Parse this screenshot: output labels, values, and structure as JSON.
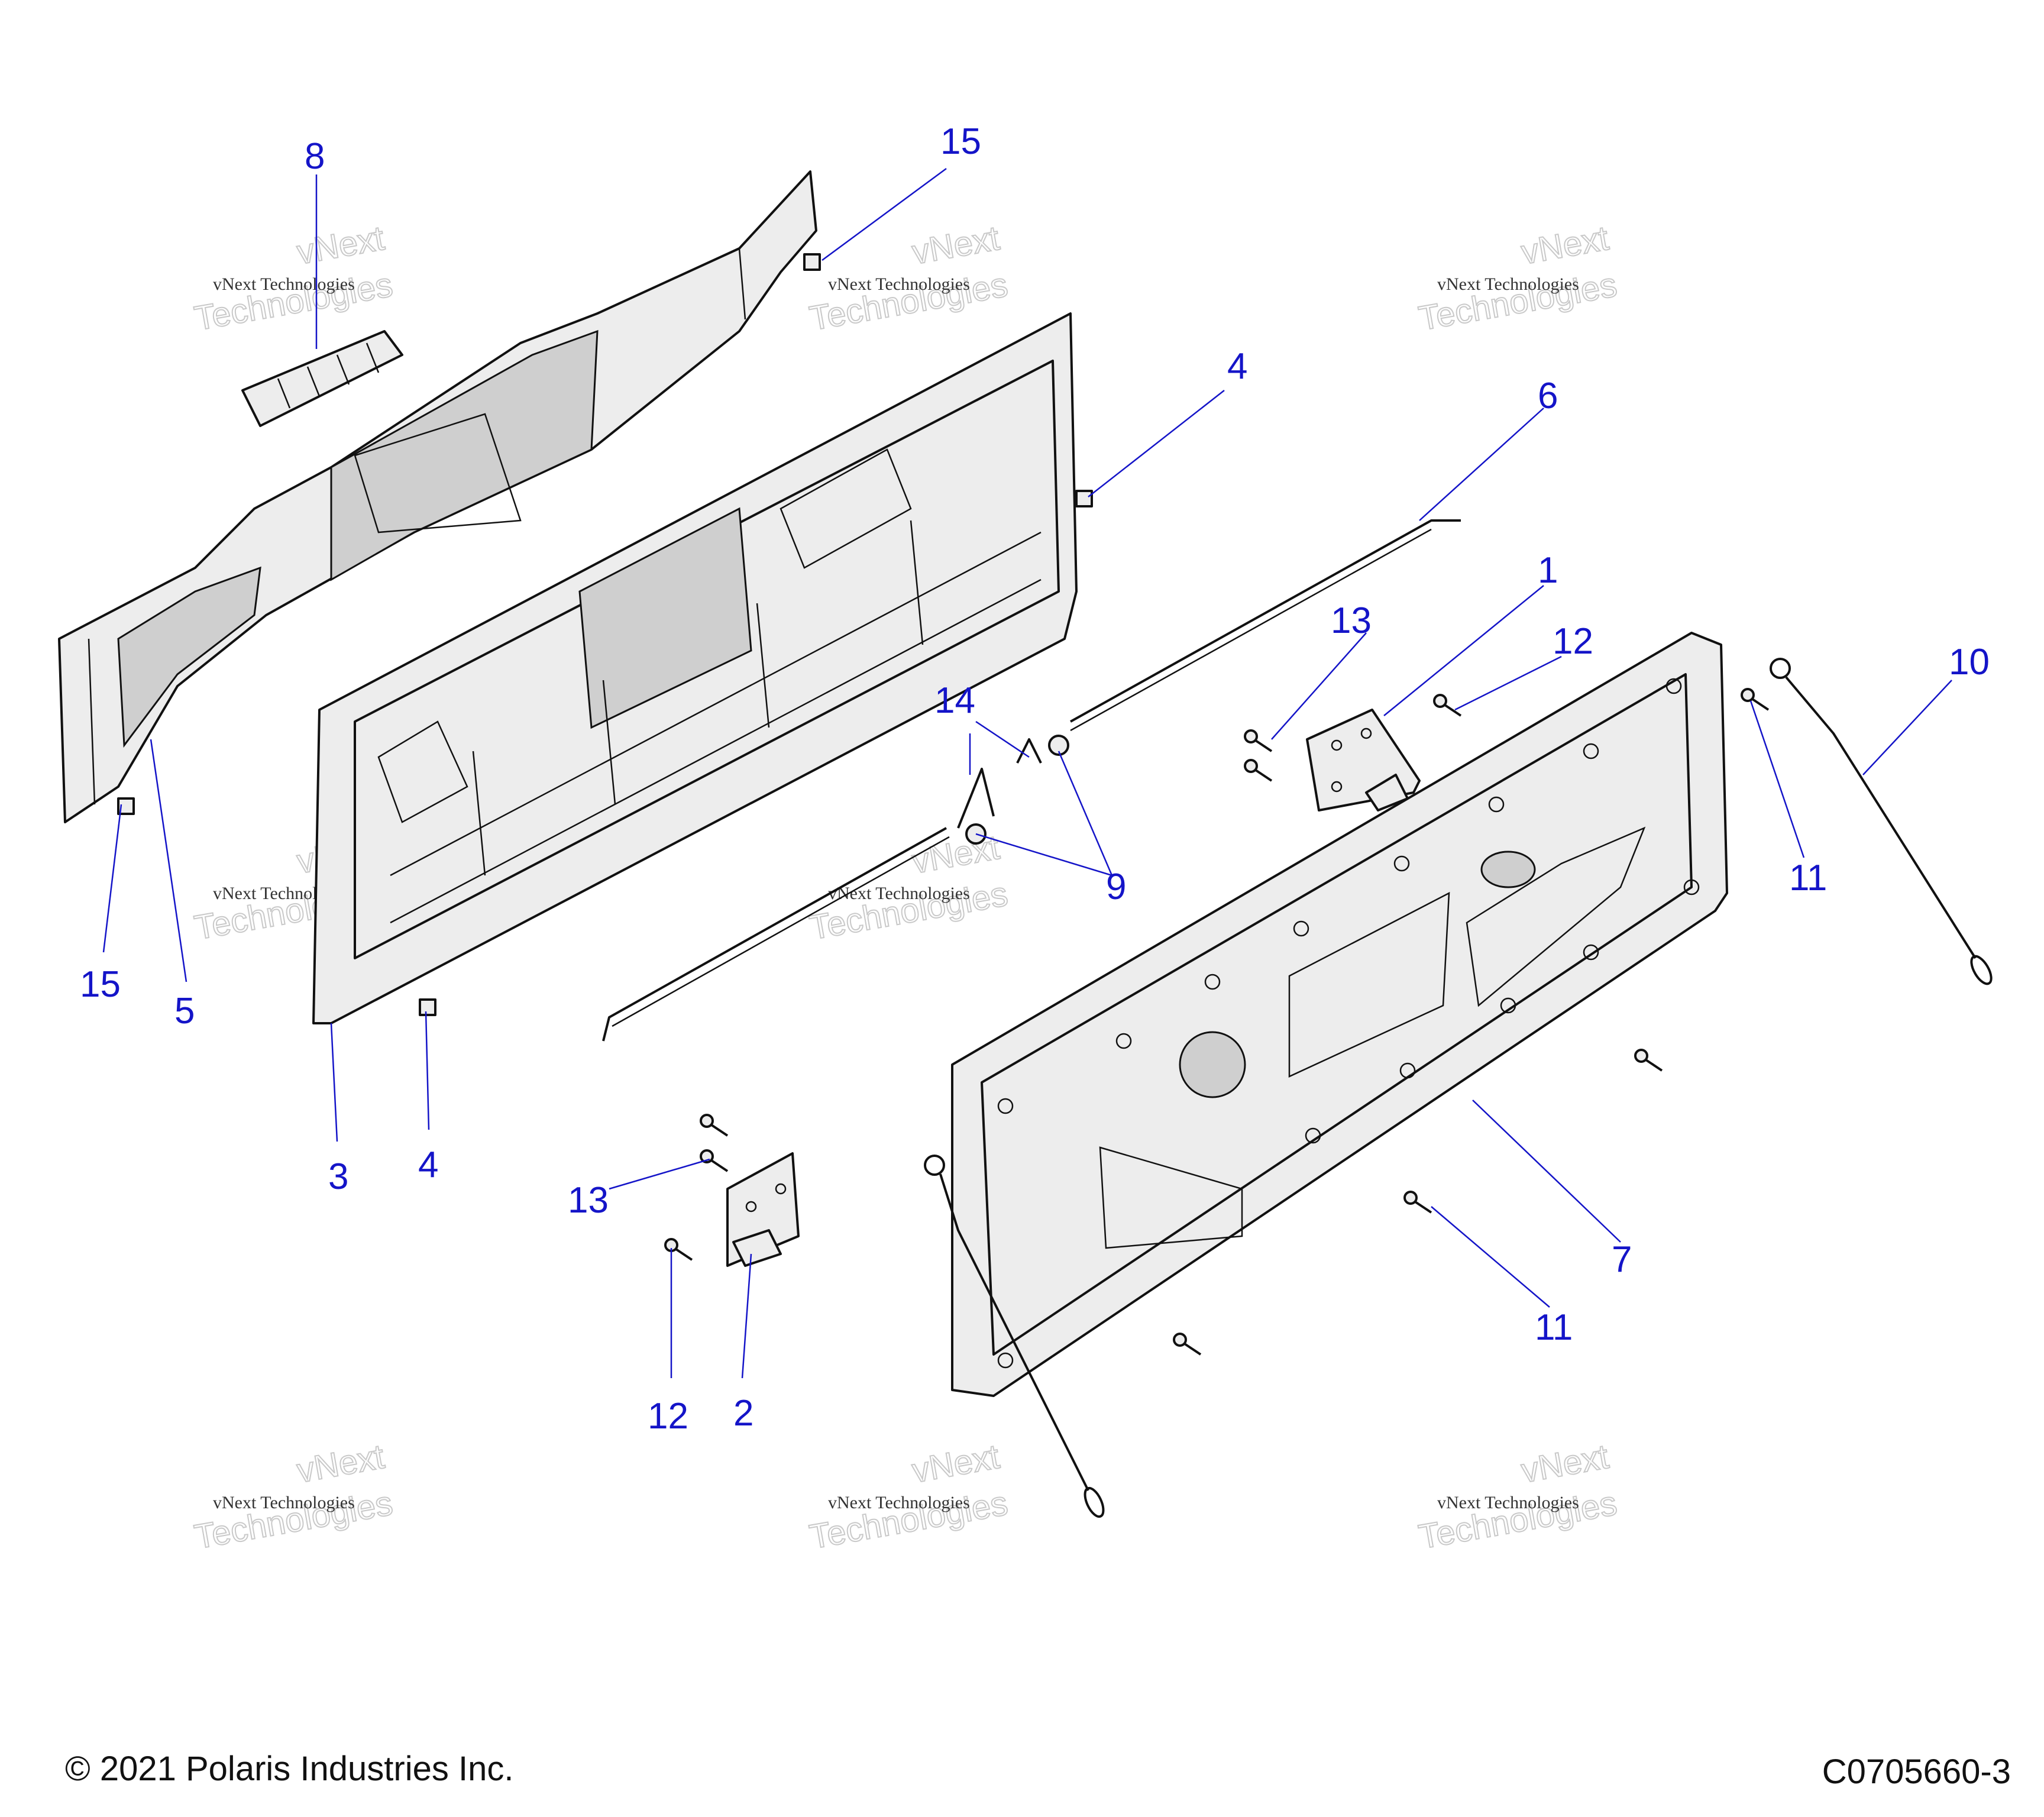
{
  "footer": {
    "copyright": "© 2021 Polaris Industries Inc.",
    "drawing_number": "C0705660-3"
  },
  "watermark": {
    "line1": "vNext Technologies",
    "line2": "vNext",
    "line3": "Technologies"
  },
  "callouts": [
    {
      "id": "c8",
      "label": "8"
    },
    {
      "id": "c15a",
      "label": "15"
    },
    {
      "id": "c4a",
      "label": "4"
    },
    {
      "id": "c6",
      "label": "6"
    },
    {
      "id": "c1",
      "label": "1"
    },
    {
      "id": "c13a",
      "label": "13"
    },
    {
      "id": "c12a",
      "label": "12"
    },
    {
      "id": "c10",
      "label": "10"
    },
    {
      "id": "c14",
      "label": "14"
    },
    {
      "id": "c9",
      "label": "9"
    },
    {
      "id": "c11a",
      "label": "11"
    },
    {
      "id": "c15b",
      "label": "15"
    },
    {
      "id": "c5",
      "label": "5"
    },
    {
      "id": "c3",
      "label": "3"
    },
    {
      "id": "c4b",
      "label": "4"
    },
    {
      "id": "c13b",
      "label": "13"
    },
    {
      "id": "c12b",
      "label": "12"
    },
    {
      "id": "c2",
      "label": "2"
    },
    {
      "id": "c7",
      "label": "7"
    },
    {
      "id": "c11b",
      "label": "11"
    }
  ]
}
